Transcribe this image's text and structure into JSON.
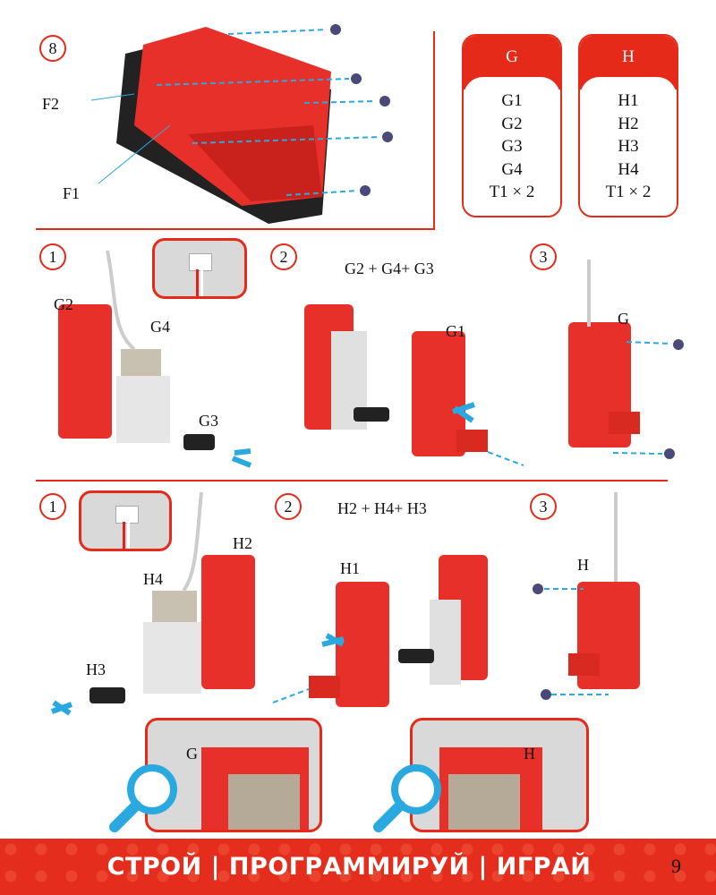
{
  "step8": {
    "number": "8",
    "labels": {
      "f2": "F2",
      "f1": "F1"
    }
  },
  "parts_g": {
    "header": "G",
    "items": [
      "G1",
      "G2",
      "G3",
      "G4",
      "T1 × 2"
    ]
  },
  "parts_h": {
    "header": "H",
    "items": [
      "H1",
      "H2",
      "H3",
      "H4",
      "T1 × 2"
    ]
  },
  "row_g": {
    "step1": {
      "number": "1",
      "labels": {
        "g2": "G2",
        "g4": "G4",
        "g3": "G3"
      }
    },
    "step2": {
      "number": "2",
      "labels": {
        "combo": "G2 + G4+ G3",
        "g1": "G1"
      }
    },
    "step3": {
      "number": "3",
      "labels": {
        "g": "G"
      }
    }
  },
  "row_h": {
    "step1": {
      "number": "1",
      "labels": {
        "h2": "H2",
        "h4": "H4",
        "h3": "H3"
      }
    },
    "step2": {
      "number": "2",
      "labels": {
        "combo": "H2 + H4+ H3",
        "h1": "H1"
      }
    },
    "step3": {
      "number": "3",
      "labels": {
        "h": "H"
      }
    }
  },
  "details": {
    "g_label": "G",
    "h_label": "H"
  },
  "footer": {
    "slogan": "СТРОЙ | ПРОГРАММИРУЙ | ИГРАЙ",
    "page_number": "9"
  },
  "colors": {
    "accent": "#e52a1a",
    "arrow": "#29a9e0"
  }
}
